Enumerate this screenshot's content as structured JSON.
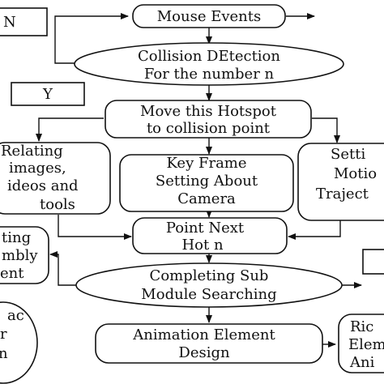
{
  "diagram": {
    "nodes": {
      "label_n": "N",
      "label_y": "Y",
      "mouse_events": "Mouse Events",
      "collision": [
        "Collision DEtection",
        "For the number n"
      ],
      "move_hotspot": [
        "Move this Hotspot",
        "to collision point"
      ],
      "relating": [
        "Relating",
        "images,",
        "ideos and",
        "tools"
      ],
      "key_frame": [
        "Key Frame",
        "Setting About",
        "Camera"
      ],
      "setting_motion": [
        "Setti",
        "Motio",
        "Traject"
      ],
      "point_next": [
        "Point Next",
        "Hot n"
      ],
      "assembly": [
        "ting",
        "mbly",
        "ent"
      ],
      "completing": [
        "Completing Sub",
        "Module Searching"
      ],
      "left_bottom": [
        "ac",
        "r",
        "n"
      ],
      "animation_element": [
        "Animation Element",
        "Design"
      ],
      "rich_element": [
        "Ric",
        "Elem",
        "Ani"
      ]
    }
  }
}
